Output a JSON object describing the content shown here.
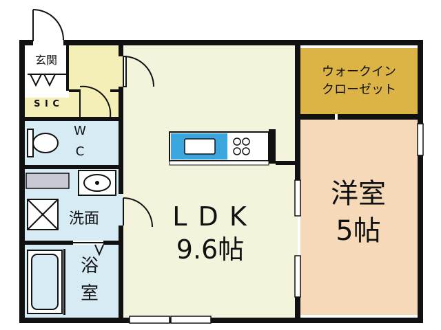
{
  "rooms": {
    "entrance": "玄関",
    "sic": "S I C",
    "wc_w": "W",
    "wc_c": "C",
    "washroom": "洗面",
    "bath_1": "浴",
    "bath_2": "室",
    "ldk_name": "L D K",
    "ldk_size": "9.6帖",
    "wic_line1": "ウォークイン",
    "wic_line2": "クローゼット",
    "western_name": "洋室",
    "western_size": "5帖"
  },
  "colors": {
    "wall": "#111111",
    "ldk_floor": "#f4f4dc",
    "entrance_floor": "#f4efb6",
    "wet_area_floor": "#d6ebf4",
    "western_floor": "#f5d9b8",
    "closet_floor": "#dcb446",
    "sink_blue": "#3aa6dd"
  }
}
